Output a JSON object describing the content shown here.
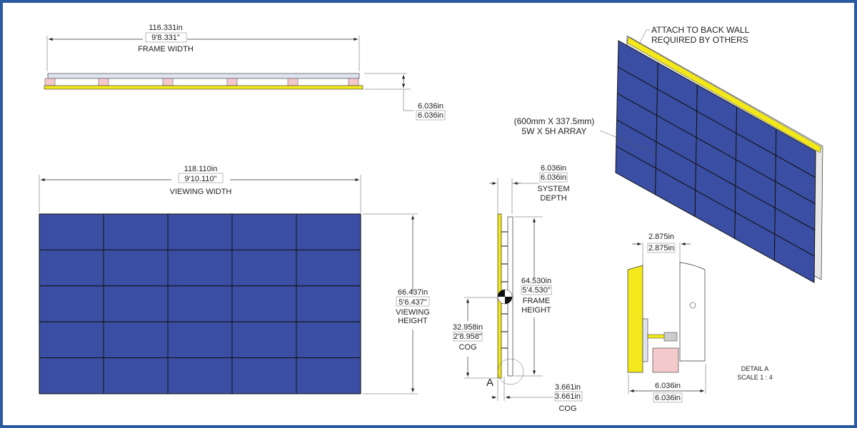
{
  "colors": {
    "border": "#2a5aa0",
    "panel": "#3a4fa3",
    "yellow": "#f2e81c",
    "pink": "#f4c9cc",
    "frame": "#dfe3f0"
  },
  "top_view": {
    "width_in": "116.331in",
    "width_ft": "9'8.331\"",
    "width_label": "FRAME WIDTH",
    "depth_in": "6.036in",
    "depth_alt": "6.036in"
  },
  "front_view": {
    "width_in": "118.110in",
    "width_ft": "9'10.110\"",
    "width_label": "VIEWING WIDTH",
    "height_in": "66.437in",
    "height_ft": "5'6.437\"",
    "height_label1": "VIEWING",
    "height_label2": "HEIGHT",
    "columns": 5,
    "rows": 5
  },
  "side_view": {
    "depth_in": "6.036in",
    "depth_alt": "6.036in",
    "depth_label1": "SYSTEM",
    "depth_label2": "DEPTH",
    "height_in": "64.530in",
    "height_ft": "5'4.530\"",
    "height_label1": "FRAME",
    "height_label2": "HEIGHT",
    "cog_in": "32.958in",
    "cog_ft": "2'8.958\"",
    "cog_label": "COG",
    "cog_depth_in": "3.661in",
    "cog_depth_alt": "3.661in",
    "cog_depth_label": "COG",
    "detail_marker": "A"
  },
  "iso_view": {
    "note1": "ATTACH TO BACK WALL",
    "note2": "REQUIRED BY OTHERS",
    "array1": "(600mm X 337.5mm)",
    "array2": "5W X 5H ARRAY"
  },
  "detail": {
    "gap_in": "2.875in",
    "gap_alt": "2.875in",
    "depth_in": "6.036in",
    "depth_alt": "6.036in",
    "title": "DETAIL A",
    "scale": "SCALE 1 : 4"
  }
}
